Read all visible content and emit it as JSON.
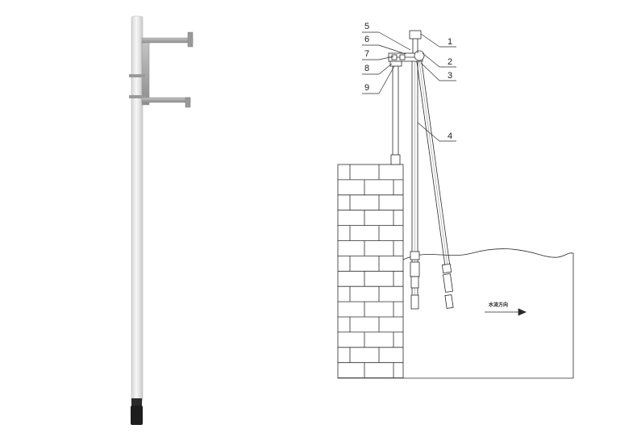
{
  "product_photo": {
    "pole_color": "#ececec",
    "bracket_color": "#a8a8a8",
    "end_cap_color": "#1e1e1e"
  },
  "drawing": {
    "line_color": "#2a2a2a",
    "callouts": [
      "1",
      "2",
      "3",
      "4",
      "5",
      "6",
      "7",
      "8",
      "9"
    ],
    "flow_direction_label": "水流方向",
    "flow_arrow_icon": "right-arrow-icon"
  }
}
